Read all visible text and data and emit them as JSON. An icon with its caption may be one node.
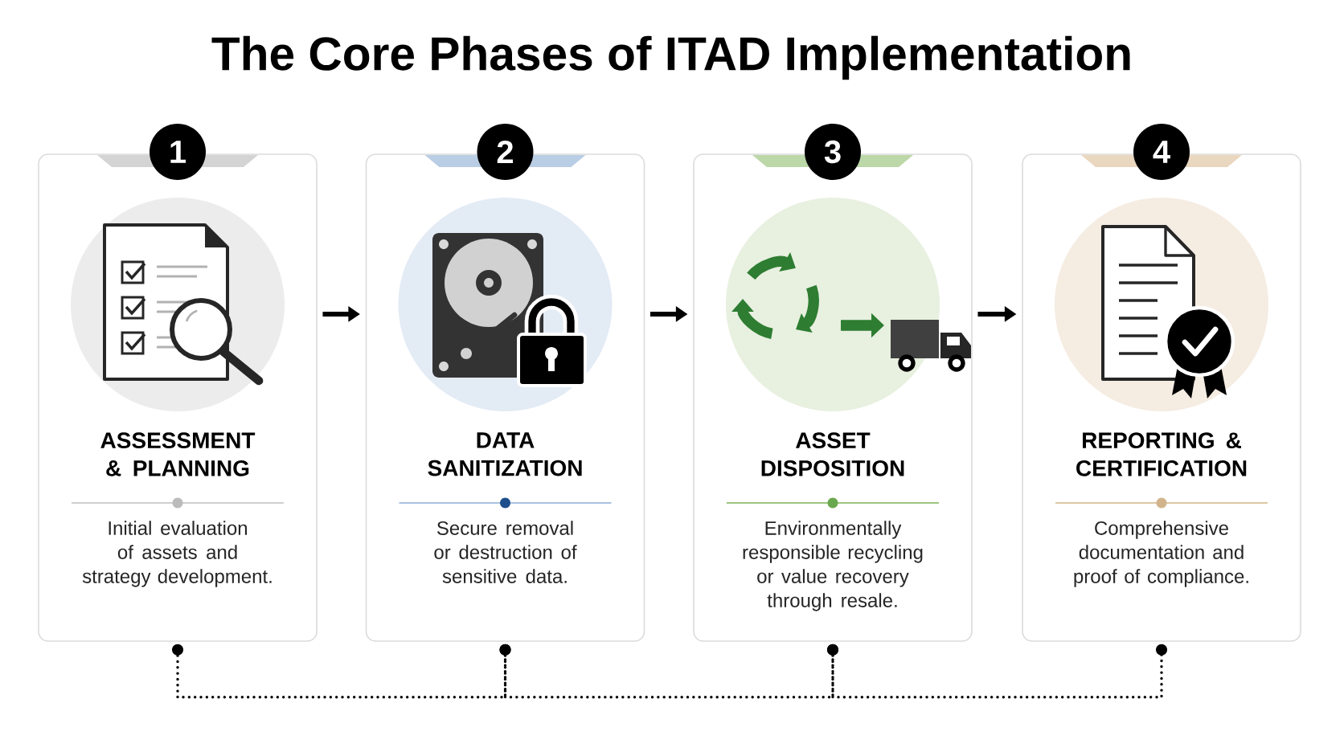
{
  "diagram": {
    "title": "The Core Phases of ITAD Implementation",
    "nodes": [
      {
        "text": [
          "1"
        ]
      },
      {
        "text": [
          "ASSESSMENT & PLANNING",
          "Initial evaluation of assets and strategy development."
        ]
      },
      {
        "text": [
          "2"
        ]
      },
      {
        "text": [
          "DATA SANITIZATION",
          "Secure removal or destruction of sensitive data."
        ]
      },
      {
        "text": [
          "3"
        ]
      },
      {
        "text": [
          "ASSET DISPOSITION",
          "Environmentally responsible recycling or value recovery through resale."
        ]
      },
      {
        "text": [
          "4"
        ]
      },
      {
        "text": [
          "REPORTING & CERTIFICATION",
          "Comprehensive documentation and proof of compliance."
        ]
      }
    ],
    "edges": [
      {
        "from": 1,
        "to": 3,
        "arrow": "to"
      },
      {
        "from": 3,
        "to": 5,
        "arrow": "to"
      },
      {
        "from": 5,
        "to": 7,
        "arrow": "to"
      },
      {
        "from": 1,
        "to": 3,
        "arrow": "other",
        "style": "dashed"
      },
      {
        "from": 3,
        "to": 5,
        "arrow": "other",
        "style": "dashed"
      },
      {
        "from": 5,
        "to": 7,
        "arrow": "other",
        "style": "dashed"
      }
    ]
  }
}
